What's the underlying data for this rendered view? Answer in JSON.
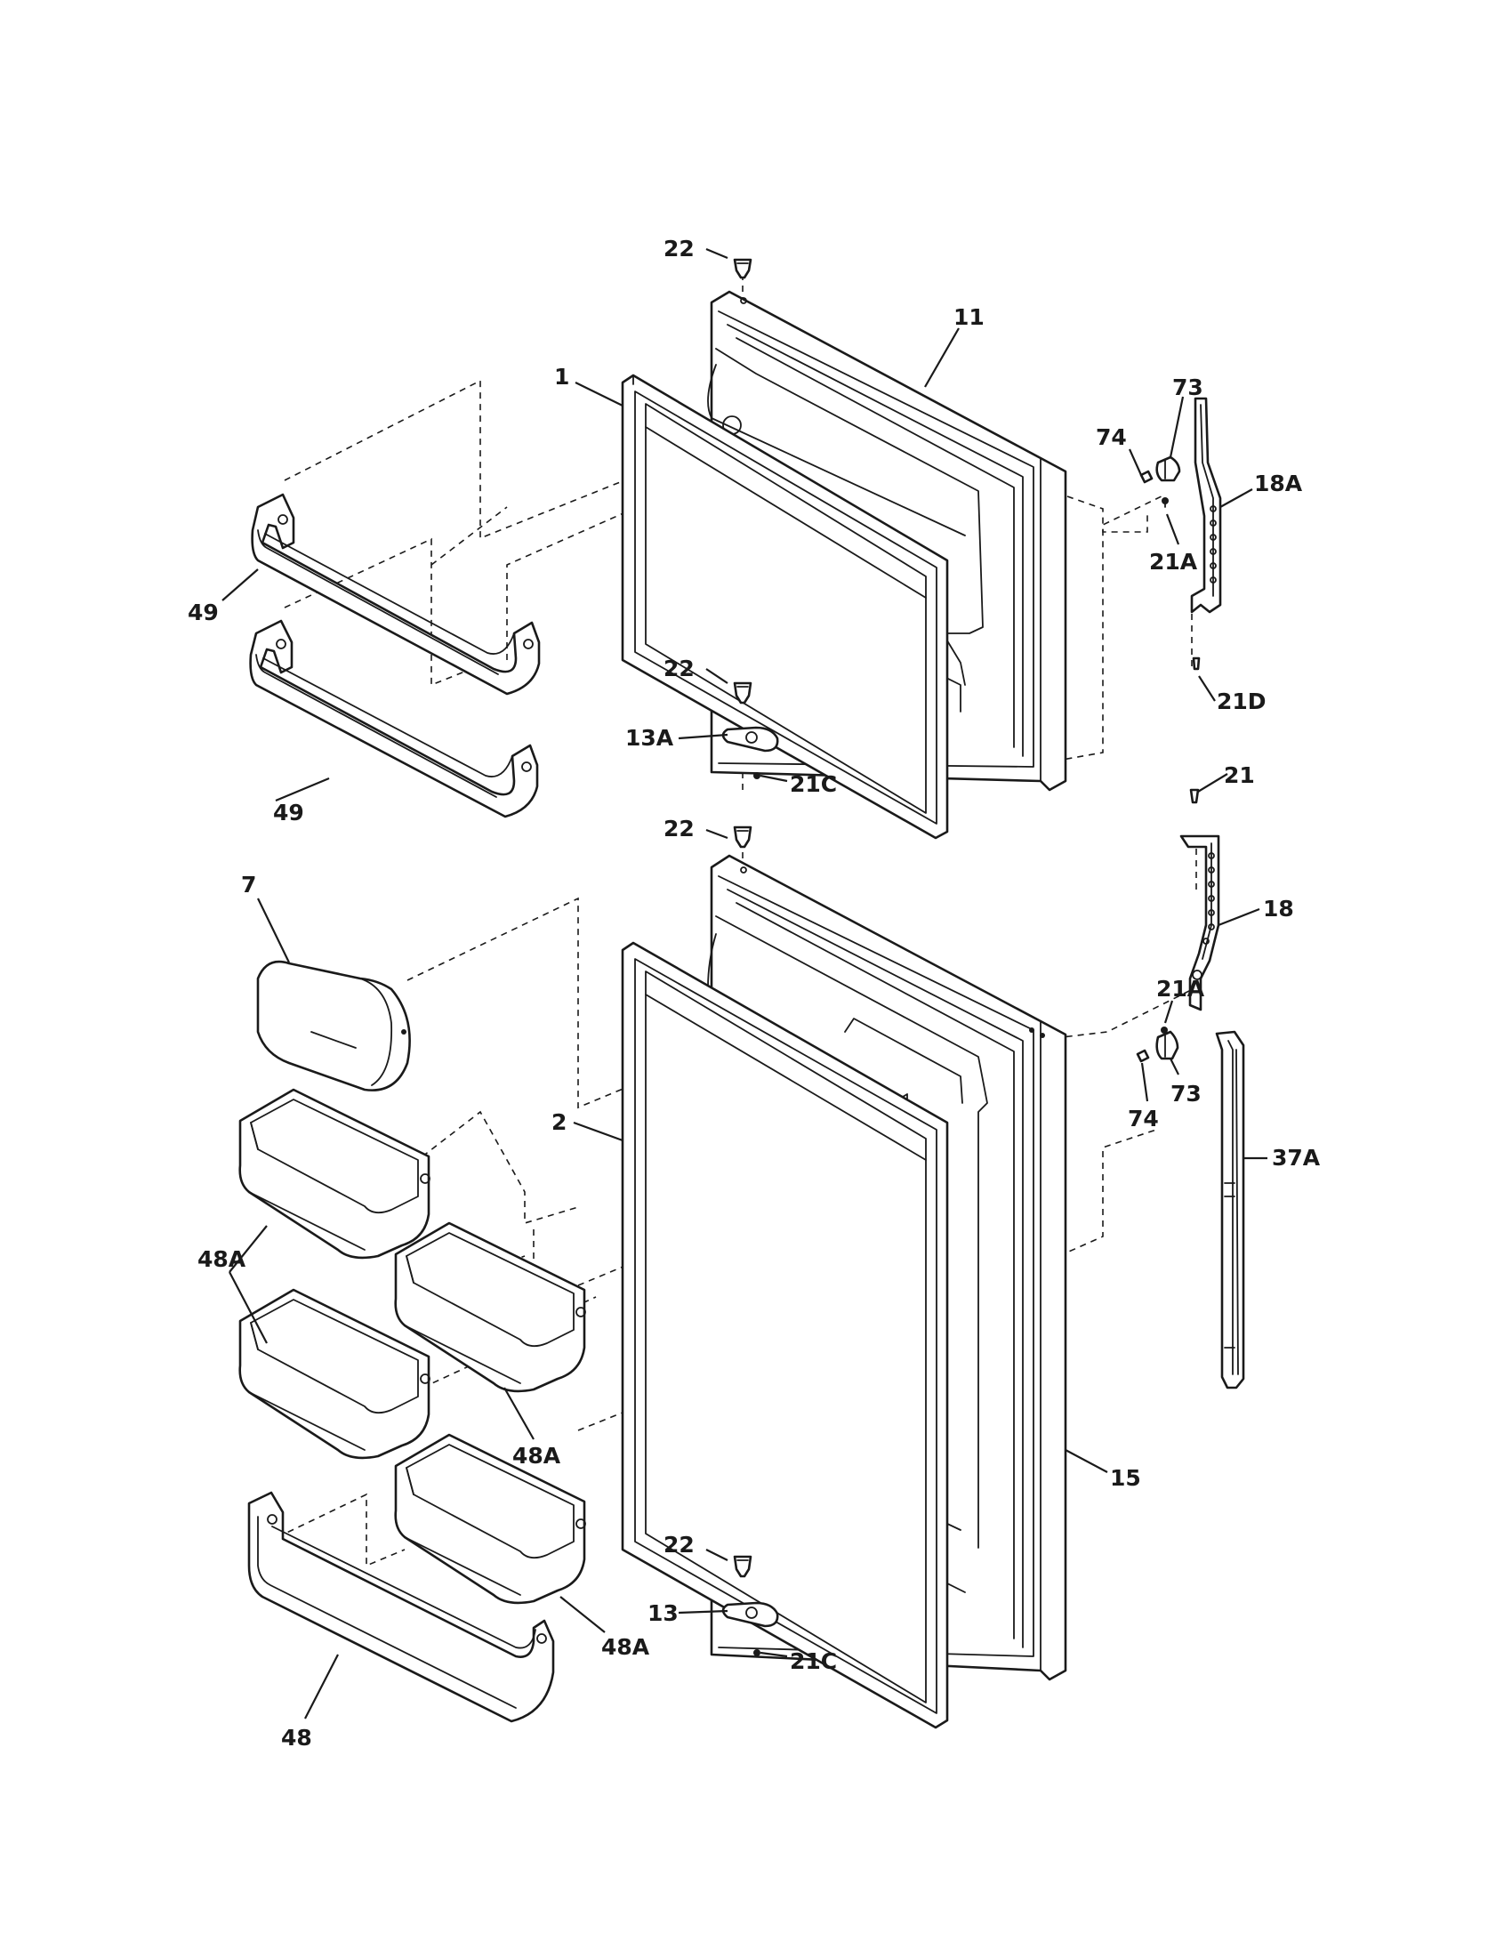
{
  "callouts": [
    {
      "id": "c22a",
      "text": "22"
    },
    {
      "id": "c11",
      "text": "11"
    },
    {
      "id": "c1",
      "text": "1"
    },
    {
      "id": "c73a",
      "text": "73"
    },
    {
      "id": "c74a",
      "text": "74"
    },
    {
      "id": "c18a",
      "text": "18A"
    },
    {
      "id": "c21a1",
      "text": "21A"
    },
    {
      "id": "c49a",
      "text": "49"
    },
    {
      "id": "c49b",
      "text": "49"
    },
    {
      "id": "c22b",
      "text": "22"
    },
    {
      "id": "c13a",
      "text": "13A"
    },
    {
      "id": "c21c1",
      "text": "21C"
    },
    {
      "id": "c21d",
      "text": "21D"
    },
    {
      "id": "c21",
      "text": "21"
    },
    {
      "id": "c22c",
      "text": "22"
    },
    {
      "id": "c7",
      "text": "7"
    },
    {
      "id": "c18",
      "text": "18"
    },
    {
      "id": "c21a2",
      "text": "21A"
    },
    {
      "id": "c2",
      "text": "2"
    },
    {
      "id": "c73b",
      "text": "73"
    },
    {
      "id": "c74b",
      "text": "74"
    },
    {
      "id": "c37a",
      "text": "37A"
    },
    {
      "id": "c48a1",
      "text": "48A"
    },
    {
      "id": "c48a2",
      "text": "48A"
    },
    {
      "id": "c48a3",
      "text": "48A"
    },
    {
      "id": "c15",
      "text": "15"
    },
    {
      "id": "c22d",
      "text": "22"
    },
    {
      "id": "c13",
      "text": "13"
    },
    {
      "id": "c21c2",
      "text": "21C"
    },
    {
      "id": "c48",
      "text": "48"
    }
  ]
}
